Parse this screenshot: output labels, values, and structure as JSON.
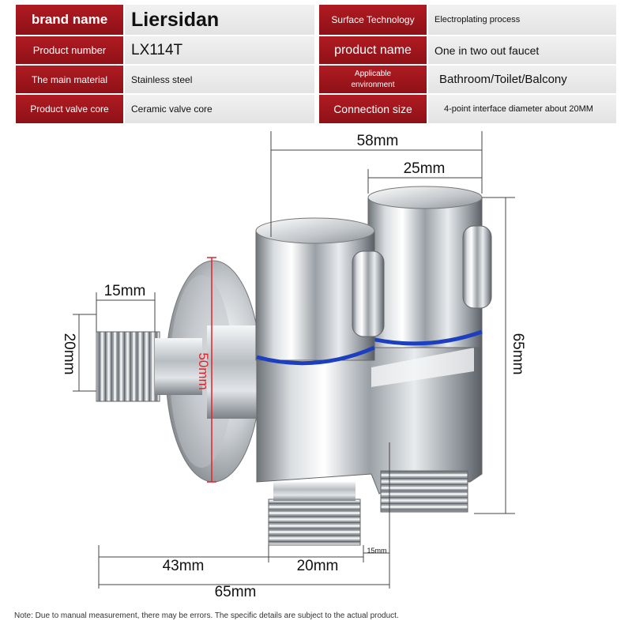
{
  "specs": [
    {
      "label": "brand name",
      "value": "Liersidan"
    },
    {
      "label": "Product number",
      "value": "LX114T"
    },
    {
      "label": "The main material",
      "value": "Stainless steel"
    },
    {
      "label": "Product valve core",
      "value": "Ceramic valve core"
    },
    {
      "label": "Surface Technology",
      "value": "Electroplating process"
    },
    {
      "label": "product name",
      "value": "One in two out faucet"
    },
    {
      "label": "Applicable environment",
      "value": "Bathroom/Toilet/Balcony"
    },
    {
      "label": "Connection size",
      "value": "4-point interface diameter about 20MM"
    }
  ],
  "dimensions": {
    "top_width": "58mm",
    "right_valve_width": "25mm",
    "thread_length": "15mm",
    "thread_diameter": "20mm",
    "flange_diameter": "50mm",
    "height": "65mm",
    "left_length": "43mm",
    "body_width": "20mm",
    "outlet_offset": "15mm",
    "total_length": "65mm"
  },
  "colors": {
    "label_red": "#a3161d",
    "value_gray": "#e8e8e8",
    "accent_blue": "#1c3fbf",
    "dimension_red": "#e0242a"
  },
  "note": "Note: Due to manual measurement, there may be errors. The specific details are subject to the actual product."
}
